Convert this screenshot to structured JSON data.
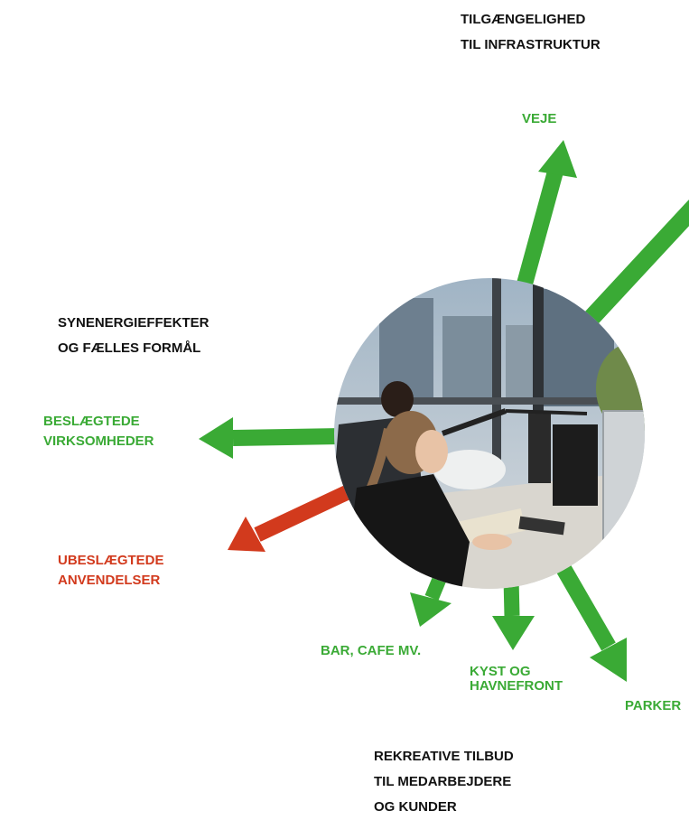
{
  "colors": {
    "positive": "#3aaa35",
    "negative": "#d23a1d",
    "heading": "#111111"
  },
  "headings": {
    "infrastructure": [
      "TILGÆNGELIGHED",
      "TIL INFRASTRUKTUR"
    ],
    "synergy": [
      "SYNENERGIEFFEKTER",
      "OG FÆLLES FORMÅL"
    ],
    "recreation": [
      "REKREATIVE TILBUD",
      "TIL MEDARBEJDERE",
      "OG KUNDER"
    ]
  },
  "labels": {
    "roads": "VEJE",
    "related": [
      "BESLÆGTEDE",
      "VIRKSOMHEDER"
    ],
    "unrelated": [
      "UBESLÆGTEDE",
      "ANVENDELSER"
    ],
    "bar": "BAR, CAFE MV.",
    "coast": [
      "KYST OG",
      "HAVNEFRONT"
    ],
    "parks": "PARKER"
  },
  "photo": {
    "description_icon": "office-workers-photo"
  }
}
